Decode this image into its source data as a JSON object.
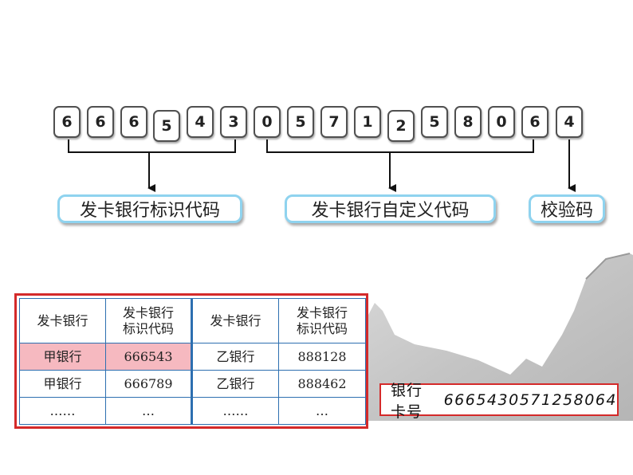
{
  "digits": [
    "6",
    "6",
    "6",
    "5",
    "4",
    "3",
    "0",
    "5",
    "7",
    "1",
    "2",
    "5",
    "8",
    "0",
    "6",
    "4"
  ],
  "labels": {
    "issuer": "发卡银行标识代码",
    "custom": "发卡银行自定义代码",
    "check": "校验码"
  },
  "table": {
    "headers": [
      "发卡银行",
      "发卡银行\n标识代码",
      "发卡银行",
      "发卡银行\n标识代码"
    ],
    "rows": [
      [
        "甲银行",
        "666543",
        "乙银行",
        "888128"
      ],
      [
        "甲银行",
        "666789",
        "乙银行",
        "888462"
      ],
      [
        "……",
        "…",
        "……",
        "…"
      ]
    ]
  },
  "card": {
    "caption": "银行卡号",
    "number": "6665430571258064"
  },
  "colors": {
    "label_border": "#8fd3ef",
    "table_border": "#d42a2a",
    "grid": "#2d6fb0",
    "highlight": "#f6b9c0"
  }
}
